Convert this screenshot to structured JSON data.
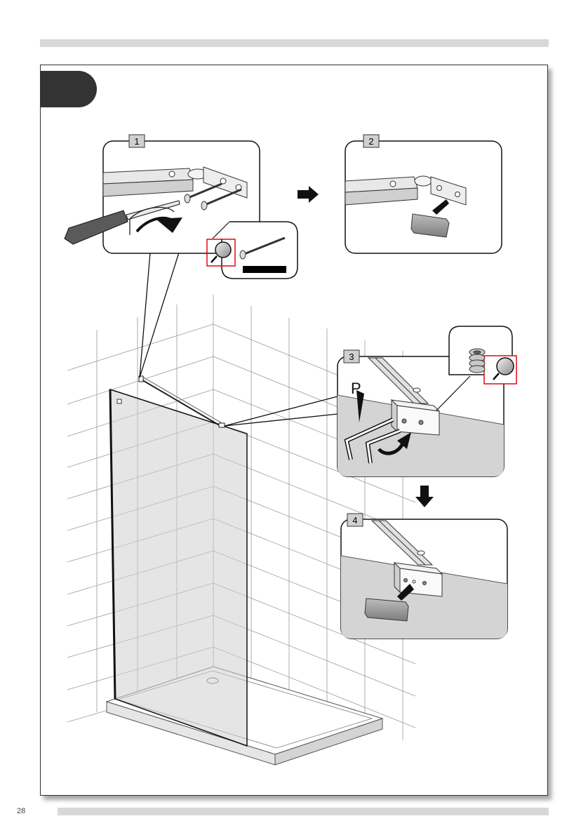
{
  "page": {
    "number": "28"
  },
  "steps": [
    {
      "label": "1"
    },
    {
      "label": "2"
    },
    {
      "label": "3",
      "tool_letter": "P"
    },
    {
      "label": "4"
    }
  ],
  "colors": {
    "accent_red": "#e30613",
    "frame_border": "#333333",
    "bar_grey": "#d8d8d8"
  }
}
